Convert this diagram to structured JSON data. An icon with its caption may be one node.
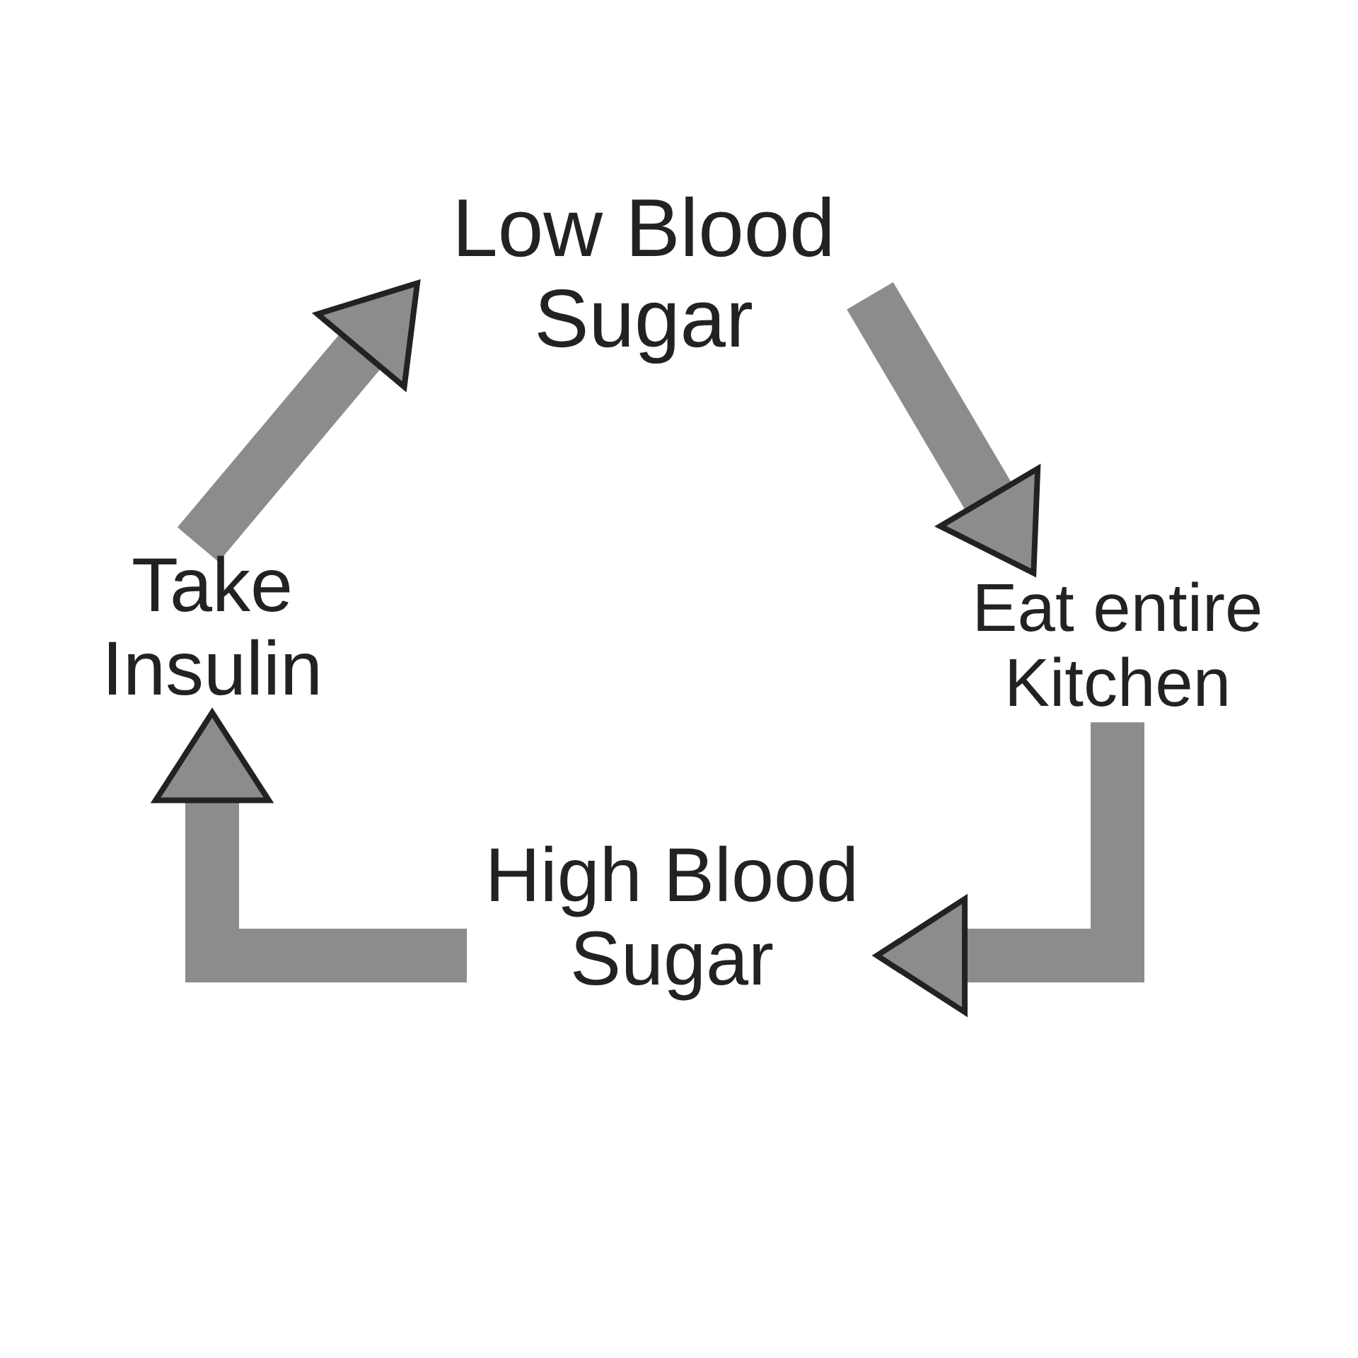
{
  "diagram": {
    "nodes": [
      {
        "text": [
          "Low Blood Sugar"
        ]
      },
      {
        "text": [
          "Eat entire Kitchen"
        ]
      },
      {
        "text": [
          "High Blood Sugar"
        ]
      },
      {
        "text": [
          "Take Insulin"
        ]
      }
    ],
    "edges": [
      {
        "from": 0,
        "to": 1,
        "arrow": "to"
      },
      {
        "from": 1,
        "to": 2,
        "arrow": "to"
      },
      {
        "from": 2,
        "to": 3,
        "arrow": "to"
      },
      {
        "from": 3,
        "to": 0,
        "arrow": "to"
      }
    ]
  }
}
